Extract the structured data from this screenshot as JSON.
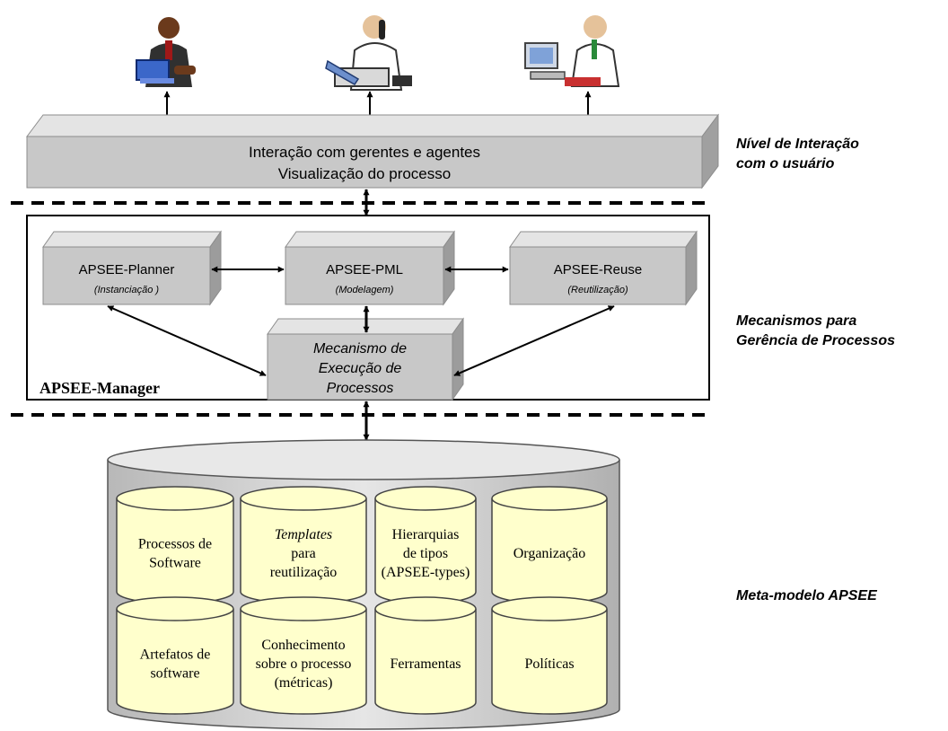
{
  "interaction_layer": {
    "line1": "Interação com gerentes e agentes",
    "line2": "Visualização do processo"
  },
  "side_labels": {
    "interaction": [
      "Nível de Interação",
      "com o usuário"
    ],
    "mechanisms": [
      "Mecanismos para",
      "Gerência de Processos"
    ],
    "metamodel": [
      "Meta-modelo APSEE"
    ]
  },
  "manager": {
    "label": "APSEE-Manager",
    "planner": {
      "title": "APSEE-Planner",
      "subtitle": "(Instanciação )"
    },
    "pml": {
      "title": "APSEE-PML",
      "subtitle": "(Modelagem)"
    },
    "reuse": {
      "title": "APSEE-Reuse",
      "subtitle": "(Reutilização)"
    },
    "execution": [
      "Mecanismo de",
      "Execução de",
      "Processos"
    ]
  },
  "repository": {
    "cylinders": [
      {
        "lines": [
          "Processos de",
          "Software"
        ]
      },
      {
        "lines": [
          "Templates",
          "para",
          "reutilização"
        ]
      },
      {
        "lines": [
          "Hierarquias",
          "de tipos",
          "(APSEE-types)"
        ]
      },
      {
        "lines": [
          "Organização"
        ]
      },
      {
        "lines": [
          "Artefatos de",
          "software"
        ]
      },
      {
        "lines": [
          "Conhecimento",
          "sobre o processo",
          "(métricas)"
        ]
      },
      {
        "lines": [
          "Ferramentas"
        ]
      },
      {
        "lines": [
          "Políticas"
        ]
      }
    ]
  },
  "users": [
    {
      "icon": "businessman-laptop-icon"
    },
    {
      "icon": "manager-on-phone-icon"
    },
    {
      "icon": "agent-at-computer-icon"
    }
  ],
  "colors": {
    "box_face": "#c8c8c8",
    "box_top": "#e4e4e4",
    "box_side": "#9c9c9c",
    "cylinder_fill": "#ffffcc",
    "drum_fill": "#d9d9d9"
  }
}
